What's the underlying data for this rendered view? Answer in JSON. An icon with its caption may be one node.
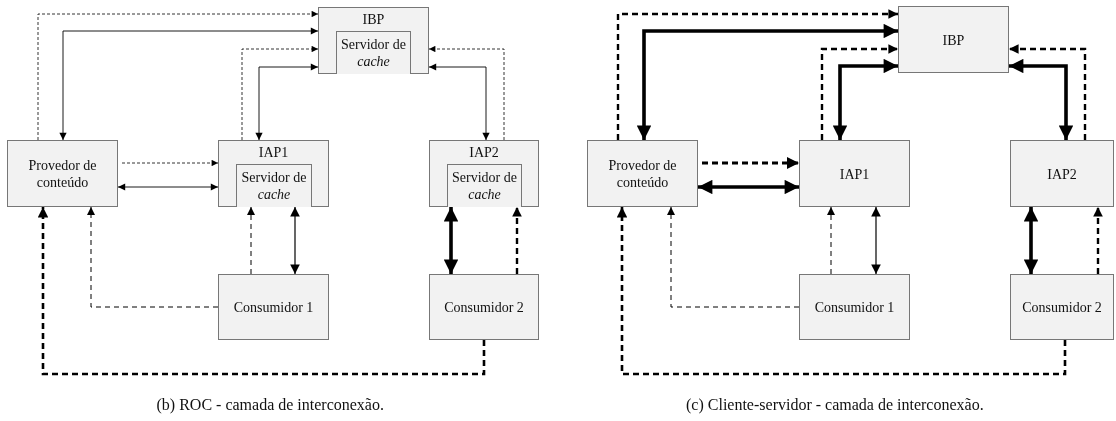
{
  "diagram": {
    "nodes": [
      {
        "text": [
          "IBP"
        ]
      },
      {
        "text": [
          "Servidor de *cache*"
        ],
        "in": 0
      },
      {
        "text": [
          "Provedor de conteúdo"
        ]
      },
      {
        "text": [
          "IAP1"
        ]
      },
      {
        "text": [
          "Servidor de *cache*"
        ],
        "in": 3
      },
      {
        "text": [
          "IAP2"
        ]
      },
      {
        "text": [
          "Servidor de *cache*"
        ],
        "in": 5
      },
      {
        "text": [
          "Consumidor 1"
        ]
      },
      {
        "text": [
          "Consumidor 2"
        ]
      },
      {
        "text": [
          "IBP"
        ]
      },
      {
        "text": [
          "Provedor de conteúdo"
        ]
      },
      {
        "text": [
          "IAP1"
        ]
      },
      {
        "text": [
          "IAP2"
        ]
      },
      {
        "text": [
          "Consumidor 1"
        ]
      },
      {
        "text": [
          "Consumidor 2"
        ]
      }
    ],
    "edges": [
      {
        "from": 2,
        "to": 0,
        "arrow": "to",
        "style": "dashed"
      },
      {
        "from": 2,
        "to": 0,
        "arrow": "both"
      },
      {
        "from": 3,
        "to": 0,
        "arrow": "to",
        "style": "dashed"
      },
      {
        "from": 3,
        "to": 0,
        "arrow": "both"
      },
      {
        "from": 5,
        "to": 0,
        "arrow": "to",
        "style": "dashed"
      },
      {
        "from": 5,
        "to": 0,
        "arrow": "both"
      },
      {
        "from": 2,
        "to": 3,
        "arrow": "to",
        "style": "dashed"
      },
      {
        "from": 2,
        "to": 3,
        "arrow": "both"
      },
      {
        "from": 7,
        "to": 2,
        "arrow": "to",
        "style": "dashed"
      },
      {
        "from": 7,
        "to": 3,
        "arrow": "to",
        "style": "dashed"
      },
      {
        "from": 7,
        "to": 3,
        "arrow": "both"
      },
      {
        "from": 8,
        "to": 5,
        "arrow": "both",
        "style": "thick"
      },
      {
        "from": 8,
        "to": 5,
        "arrow": "to",
        "style": "dashed"
      },
      {
        "from": 8,
        "to": 2,
        "arrow": "to",
        "style": "dashed"
      },
      {
        "from": 10,
        "to": 9,
        "arrow": "to",
        "style": "dashed"
      },
      {
        "from": 10,
        "to": 9,
        "arrow": "both",
        "style": "thick"
      },
      {
        "from": 11,
        "to": 9,
        "arrow": "to",
        "style": "dashed"
      },
      {
        "from": 11,
        "to": 9,
        "arrow": "both",
        "style": "thick"
      },
      {
        "from": 12,
        "to": 9,
        "arrow": "to",
        "style": "dashed"
      },
      {
        "from": 12,
        "to": 9,
        "arrow": "both",
        "style": "thick"
      },
      {
        "from": 10,
        "to": 11,
        "arrow": "to",
        "style": "dashed"
      },
      {
        "from": 10,
        "to": 11,
        "arrow": "both",
        "style": "thick"
      },
      {
        "from": 13,
        "to": 10,
        "arrow": "to",
        "style": "dashed"
      },
      {
        "from": 13,
        "to": 11,
        "arrow": "to",
        "style": "dashed"
      },
      {
        "from": 13,
        "to": 11,
        "arrow": "both"
      },
      {
        "from": 14,
        "to": 12,
        "arrow": "both",
        "style": "thick"
      },
      {
        "from": 14,
        "to": 12,
        "arrow": "to",
        "style": "dashed"
      },
      {
        "from": 14,
        "to": 10,
        "arrow": "to",
        "style": "dashed"
      }
    ],
    "labels": [
      "(b) ROC - camada de interconexão.",
      "(c) Cliente-servidor - camada de interconexão."
    ]
  }
}
